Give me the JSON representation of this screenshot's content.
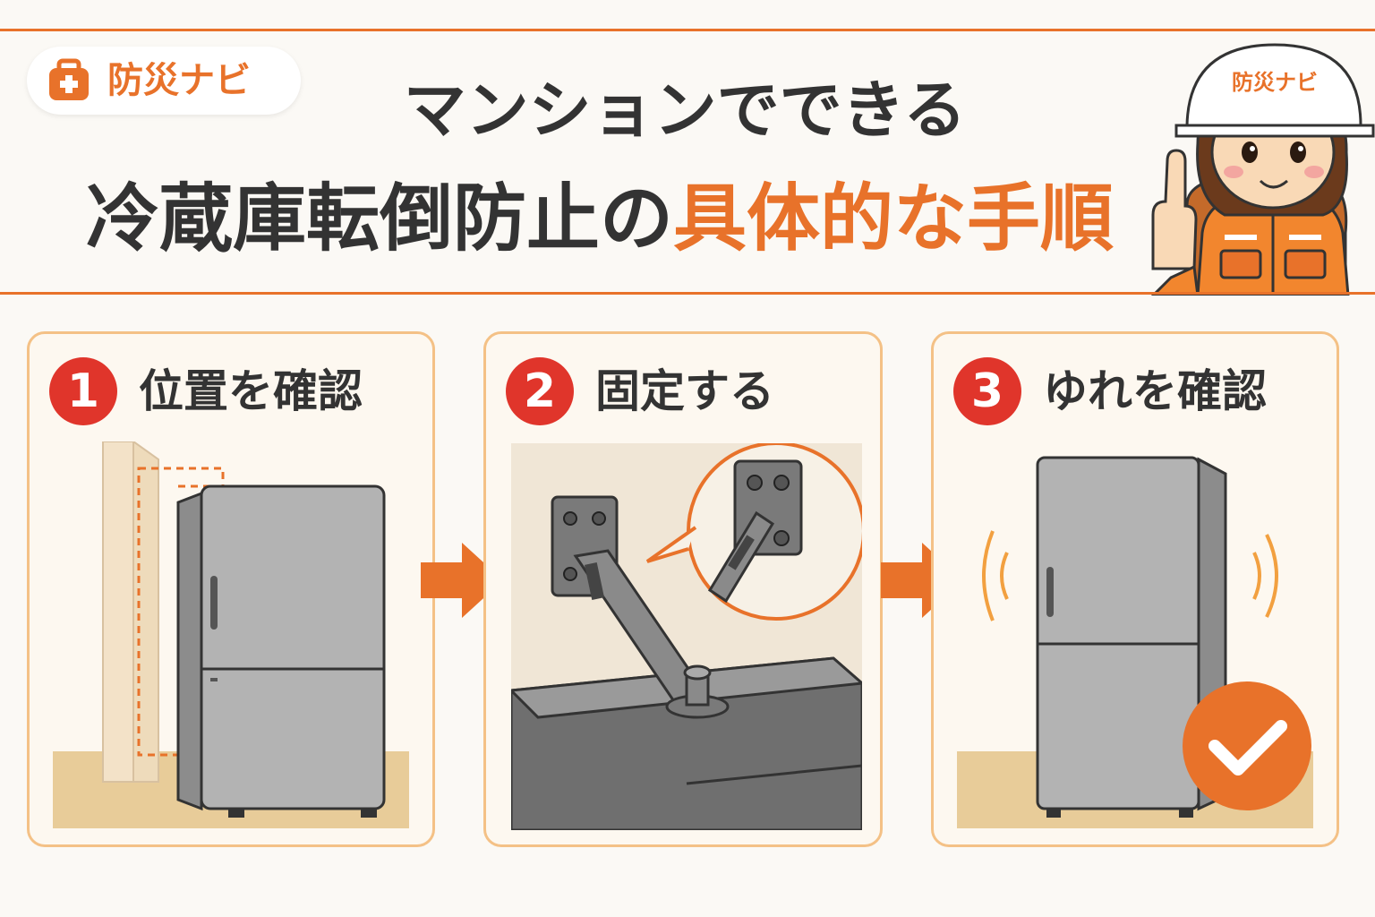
{
  "brand": {
    "name": "防災ナビ",
    "accent_color": "#e8722a",
    "icon": "first-aid-kit-icon"
  },
  "title": {
    "line1": "マンションでできる",
    "line2_plain": "冷蔵庫転倒防止の",
    "line2_highlight_1": "具体的",
    "line2_middle": "な",
    "line2_highlight_2": "手順"
  },
  "mascot": {
    "helmet_label": "防災ナビ",
    "icon": "guide-character-pointing"
  },
  "steps": [
    {
      "number": "1",
      "label": "位置を確認",
      "icon": "refrigerator-near-wall"
    },
    {
      "number": "2",
      "label": "固定する",
      "icon": "anti-tip-bracket"
    },
    {
      "number": "3",
      "label": "ゆれを確認",
      "icon": "refrigerator-shake-check"
    }
  ],
  "arrows": [
    "arrow-right-icon",
    "arrow-right-icon"
  ],
  "colors": {
    "accent": "#e8722a",
    "step_circle": "#e0352b",
    "panel_border": "#f4c186",
    "check_badge": "#e8722a"
  }
}
